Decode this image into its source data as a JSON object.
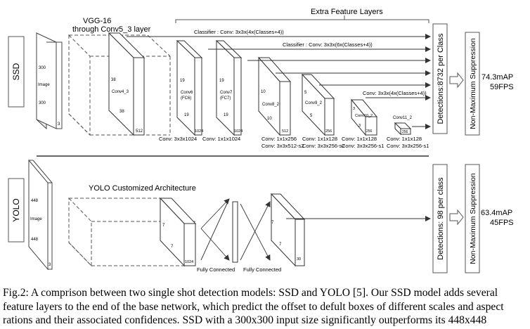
{
  "ssd": {
    "side_label": "SSD",
    "extra_feature_layers": "Extra Feature Layers",
    "vgg_title_line1": "VGG-16",
    "vgg_title_line2": "through Conv5_3 layer",
    "classifier_top": "Classifier : Conv: 3x3x(4x(Classes+4))",
    "classifier_mid": "Classifier : Conv: 3x3x(6x(Classes+4))",
    "classifier_low": "Conv: 3x3x(4x(Classes+4))",
    "image": {
      "label": "Image",
      "h": "300",
      "w": "300",
      "c": "3"
    },
    "conv4_3": {
      "label": "Conv4_3",
      "h": "38",
      "w": "38",
      "c": "512"
    },
    "conv6": {
      "label1": "Conv6",
      "label2": "(FC6)",
      "h": "19",
      "w": "19",
      "c": "1024",
      "below": "Conv: 3x3x1024"
    },
    "conv7": {
      "label1": "Conv7",
      "label2": "(FC7)",
      "h": "19",
      "w": "19",
      "c": "1024",
      "below": "Conv: 1x1x1024"
    },
    "conv8_2": {
      "label": "Conv8_2",
      "h": "10",
      "w": "10",
      "c": "512",
      "below1": "Conv: 1x1x256",
      "below2": "Conv: 3x3x512-s2"
    },
    "conv9_2": {
      "label": "Conv9_2",
      "h": "5",
      "w": "5",
      "c": "256",
      "below1": "Conv: 1x1x128",
      "below2": "Conv: 3x3x256-s2"
    },
    "conv10_2": {
      "label": "Conv10_2",
      "h": "3",
      "w": "3",
      "c": "256",
      "below1": "Conv: 1x1x128",
      "below2": "Conv: 3x3x256-s1"
    },
    "conv11_2": {
      "label": "Conv11_2",
      "c": "256",
      "below1": "Conv: 1x1x128",
      "below2": "Conv: 3x3x256-s1"
    },
    "detections": "Detections:8732 per Class",
    "nms": "Non-Maximum Suppression",
    "map": "74.3mAP",
    "fps": "59FPS"
  },
  "yolo": {
    "side_label": "YOLO",
    "custom_title": "YOLO Customized Architecture",
    "image": {
      "label": "Image",
      "h": "448",
      "w": "448",
      "c": "3"
    },
    "feat": {
      "h": "7",
      "w": "7",
      "c": "1024"
    },
    "out": {
      "h": "7",
      "w": "7",
      "c": "30"
    },
    "fc1": "Fully Connected",
    "fc2": "Fully Connected",
    "detections": "Detections: 98 per class",
    "nms": "Non-Maximum Suppression",
    "map": "63.4mAP",
    "fps": "45FPS"
  },
  "caption": "Fig.2: A  comprison between two single shot detection models: SSD and YOLO [5]. Our SSD model adds several feature layers to the end of the base network, which predict the offset to defult boxes of different scales and aspect rations and their associated confidences. SSD with a 300x300 input size significantly outperforms its 448x448"
}
